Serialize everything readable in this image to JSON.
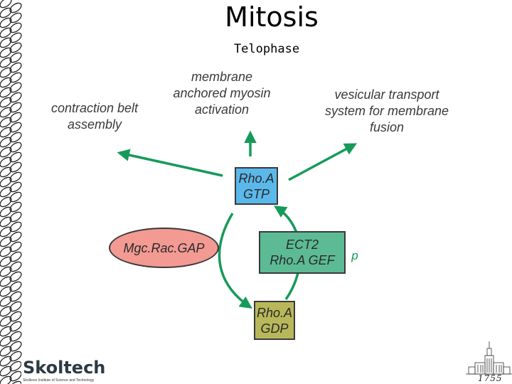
{
  "title": "Mitosis",
  "subtitle": "Telophase",
  "outcomes": {
    "contraction": [
      "contraction belt",
      "assembly"
    ],
    "myosin": [
      "membrane",
      "anchored myosin",
      "activation"
    ],
    "vesicular": [
      "vesicular transport",
      "system for membrane",
      "fusion"
    ]
  },
  "nodes": {
    "rhoa_gtp": [
      "Rho.A",
      "GTP"
    ],
    "rhoa_gdp": [
      "Rho.A",
      "GDP"
    ],
    "ect2": [
      "ECT2",
      "Rho.A GEF"
    ],
    "gap": "Mgc.Rac.GAP"
  },
  "phospho_label": "p",
  "logo": {
    "name": "Skoltech",
    "tagline": "Skolkovo Institute of Science and Technology"
  },
  "emblem_year": "1755",
  "colors": {
    "arrow": "#169a5a",
    "gtp": "#5bb8ea",
    "gdp": "#b8b85a",
    "ect2": "#5cbb95",
    "gap": "#f39a93",
    "text": "#3a3a3a"
  }
}
